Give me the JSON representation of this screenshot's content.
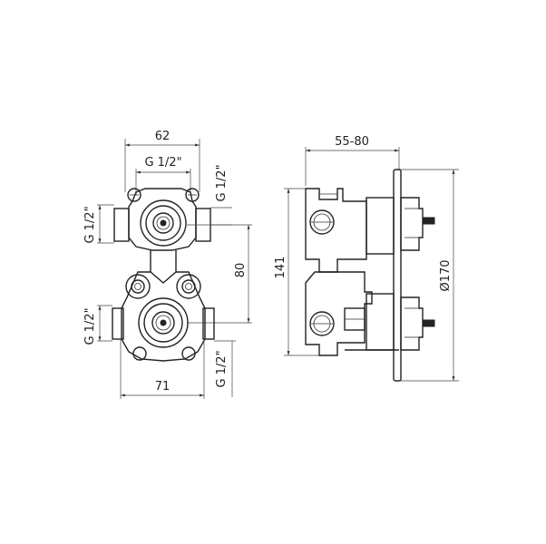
{
  "dimensions": {
    "front_width_top": "62",
    "front_inlet_top": "G 1/2\"",
    "front_right_upper": "G 1/2\"",
    "front_left_upper": "G 1/2\"",
    "front_height_between": "80",
    "front_left_lower": "G 1/2\"",
    "front_right_lower": "G 1/2\"",
    "front_width_bottom": "71",
    "side_depth": "55-80",
    "side_height": "141",
    "plate_diameter": "Ø170"
  }
}
